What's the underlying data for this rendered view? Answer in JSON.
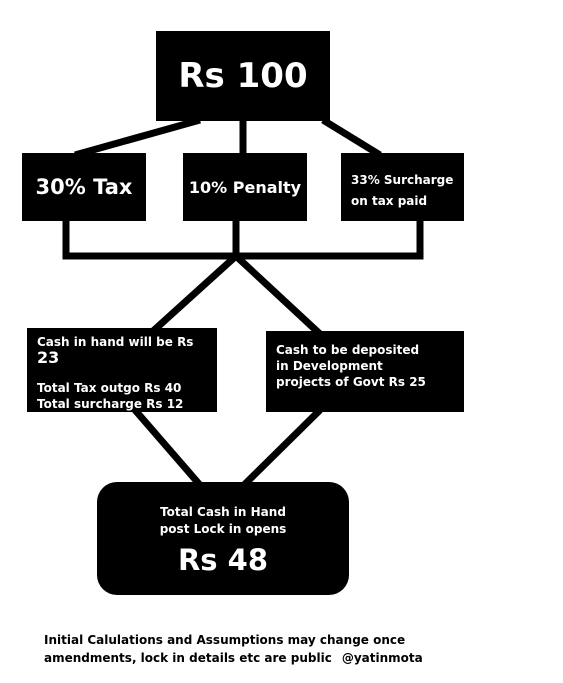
{
  "root": {
    "label": "Rs 100"
  },
  "branches": {
    "tax": "30% Tax",
    "penalty": "10% Penalty",
    "surcharge_line1": "33% Surcharge",
    "surcharge_line2": "on tax paid"
  },
  "cash_in_hand": {
    "line1_prefix": "Cash in hand will be Rs ",
    "line1_value": "23",
    "line2": "Total Tax outgo Rs 40",
    "line3": "Total surcharge Rs 12"
  },
  "deposit": {
    "line1": "Cash to be deposited",
    "line2": "in Development",
    "line3": "projects of Govt Rs 25"
  },
  "total": {
    "line1": "Total Cash in Hand",
    "line2": "post Lock in opens",
    "amount": "Rs 48"
  },
  "footer": {
    "line1": "Initial Calulations and Assumptions may change once",
    "line2": "amendments, lock in details etc are public",
    "handle": "@yatinmota"
  }
}
